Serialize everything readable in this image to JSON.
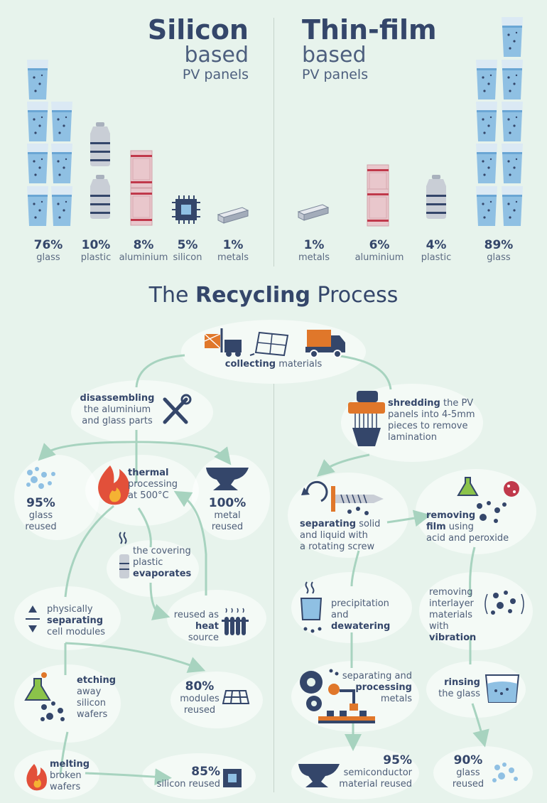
{
  "header": {
    "left": {
      "title": "Silicon",
      "line2": "based",
      "line3": "PV panels"
    },
    "right": {
      "title": "Thin-film",
      "line2": "based",
      "line3": "PV panels"
    }
  },
  "silicon_materials": [
    {
      "pct": "76%",
      "label": "glass"
    },
    {
      "pct": "10%",
      "label": "plastic"
    },
    {
      "pct": "8%",
      "label": "aluminium"
    },
    {
      "pct": "5%",
      "label": "silicon"
    },
    {
      "pct": "1%",
      "label": "metals"
    }
  ],
  "thinfilm_materials": [
    {
      "pct": "1%",
      "label": "metals"
    },
    {
      "pct": "6%",
      "label": "aluminium"
    },
    {
      "pct": "4%",
      "label": "plastic"
    },
    {
      "pct": "89%",
      "label": "glass"
    }
  ],
  "process": {
    "title_pre": "The ",
    "title_bold": "Recycling",
    "title_post": " Process",
    "collecting": {
      "bold": "collecting",
      "rest": " materials"
    },
    "disassembling": {
      "bold": "disassembling",
      "l2": "the aluminium",
      "l3": "and glass parts"
    },
    "glass95": {
      "pct": "95%",
      "l1": "glass",
      "l2": "reused"
    },
    "thermal": {
      "bold": "thermal",
      "l2": "processing",
      "l3": "at 500°C"
    },
    "metal100": {
      "pct": "100%",
      "l1": "metal",
      "l2": "reused"
    },
    "evaporates": {
      "l1": "the covering",
      "l2": "plastic",
      "bold": "evaporates"
    },
    "heat": {
      "l1": "reused as",
      "bold": "heat",
      "rest": " source"
    },
    "separating_cells": {
      "l1": "physically",
      "bold": "separating",
      "l3": "cell modules"
    },
    "modules80": {
      "pct": "80%",
      "l1": "modules",
      "l2": "reused"
    },
    "etching": {
      "bold": "etching",
      "l2": "away",
      "l3": "silicon",
      "l4": "wafers"
    },
    "melting": {
      "bold": "melting",
      "l2": "broken",
      "l3": "wafers"
    },
    "silicon85": {
      "pct": "85%",
      "l1": "silicon reused"
    },
    "shredding": {
      "bold": "shredding",
      "rest": " the PV",
      "l2": "panels into 4-5mm",
      "l3": "pieces to remove",
      "l4": "lamination"
    },
    "screw": {
      "bold": "separating",
      "rest": " solid",
      "l2": "and liquid with",
      "l3": "a rotating screw"
    },
    "film": {
      "bold": "removing",
      "l2b": "film",
      "l2": " using",
      "l3": "acid and peroxide"
    },
    "precip": {
      "l1": "precipitation",
      "l2": "and ",
      "bold": "dewatering"
    },
    "vibration": {
      "l1": "removing",
      "l2": "interlayer",
      "l3": "materials",
      "l4": "with ",
      "bold": "vibration"
    },
    "metals": {
      "l1": "separating and",
      "bold": "processing",
      "l3": "metals"
    },
    "rinsing": {
      "bold": "rinsing",
      "l2": "the glass"
    },
    "semi95": {
      "pct": "95%",
      "l1": "semiconductor",
      "l2": "material reused"
    },
    "glass90": {
      "pct": "90%",
      "l1": "glass",
      "l2": "reused"
    }
  },
  "colors": {
    "navy": "#34466a",
    "glass": "#8fc0e3",
    "aluminium": "#e9c7cc",
    "accent_red": "#c0394b",
    "arrow": "#a7d3bf",
    "orange": "#e0772a"
  }
}
